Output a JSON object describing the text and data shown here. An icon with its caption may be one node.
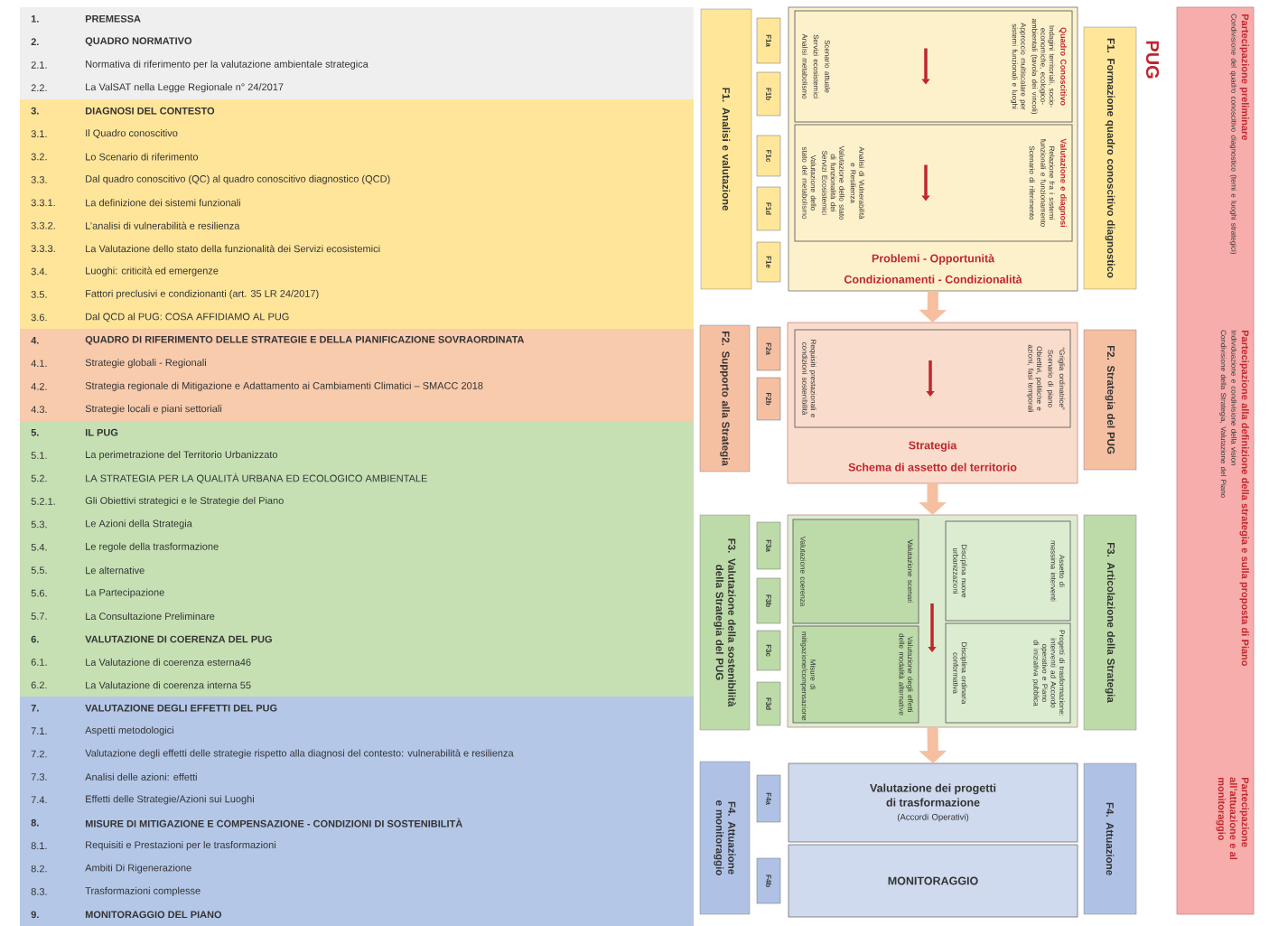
{
  "diagram": {
    "nodes": [
      {
        "text": [
          "1.",
          "PREMESSA",
          "2.",
          "QUADRO NORMATIVO",
          "2.1.",
          "Normativa di riferimento per la valutazione ambientale strategica",
          "2.2.",
          "La ValSAT nella Legge Regionale n° 24/2017"
        ]
      },
      {
        "text": [
          "3.",
          "DIAGNOSI DEL CONTESTO",
          "3.1.",
          "Il Quadro conoscitivo",
          "3.2.",
          "Lo Scenario di riferimento",
          "3.3.",
          "Dal quadro conoscitivo (QC) al quadro conoscitivo diagnostico (QCD)",
          "3.3.1.",
          "La definizione dei sistemi funzionali",
          "3.3.2.",
          "L’analisi di vulnerabilità e resilienza",
          "3.3.3.",
          "La Valutazione dello stato della funzionalità dei Servizi ecosistemici",
          "3.4.",
          "Luoghi: criticità ed emergenze",
          "3.5.",
          "Fattori preclusivi e condizionanti (art. 35 LR 24/2017)",
          "3.6.",
          "Dal QCD al PUG: COSA AFFIDIAMO AL PUG"
        ]
      },
      {
        "text": [
          "4.",
          "QUADRO DI RIFERIMENTO DELLE STRATEGIE E DELLA PIANIFICAZIONE SOVRAORDINATA",
          "4.1.",
          "Strategie globali - Regionali",
          "4.2.",
          "Strategia regionale di Mitigazione e Adattamento ai Cambiamenti Climatici – SMACC 2018",
          "4.3.",
          "Strategie locali e piani settoriali"
        ]
      },
      {
        "text": [
          "5.",
          "IL PUG",
          "5.1.",
          "La perimetrazione del Territorio Urbanizzato",
          "5.2.",
          "LA STRATEGIA PER LA QUALITÀ URBANA ED ECOLOGICO AMBIENTALE",
          "5.2.1.",
          "Gli Obiettivi strategici e le Strategie del Piano",
          "5.3.",
          "Le Azioni della Strategia",
          "5.4.",
          "Le regole della trasformazione",
          "5.5.",
          "Le alternative",
          "5.6.",
          "La Partecipazione",
          "5.7.",
          "La Consultazione Preliminare",
          "6.",
          "VALUTAZIONE DI COERENZA DEL PUG",
          "6.1.",
          "La Valutazione di coerenza esterna46",
          "6.2.",
          "La Valutazione di coerenza interna 55"
        ]
      },
      {
        "text": [
          "7.",
          "VALUTAZIONE DEGLI EFFETTI DEL PUG",
          "7.1.",
          "Aspetti metodologici",
          "7.2.",
          "Valutazione degli effetti delle strategie rispetto alla diagnosi del contesto: vulnerabilità e resilienza",
          "7.3.",
          "Analisi delle azioni: effetti",
          "7.4.",
          "Effetti delle Strategie/Azioni sui Luoghi",
          "8.",
          "MISURE DI MITIGAZIONE E COMPENSAZIONE - CONDIZIONI DI SOSTENIBILITÀ",
          "8.1.",
          "Requisiti e Prestazioni per le trasformazioni",
          "8.2.",
          "Ambiti Di Rigenerazione",
          "8.3.",
          "Trasformazioni complesse",
          "9.",
          "MONITORAGGIO DEL PIANO"
        ]
      },
      {
        "text": [
          "F1. Analisi e valutazione"
        ]
      },
      {
        "text": [
          "F1a"
        ]
      },
      {
        "text": [
          "F1b"
        ]
      },
      {
        "text": [
          "F1c"
        ]
      },
      {
        "text": [
          "F1d"
        ]
      },
      {
        "text": [
          "F1e"
        ]
      },
      {
        "text": [
          "Problemi - Opportunità",
          "Condizionamenti - Condizionalità"
        ]
      },
      {
        "text": [
          "Quadro Conoscitivo",
          "Indagini territoriali, socio-economiche, ecologico-ambientali (tavola dei vincoli)",
          "Approccio multiscalare per sistemi funzionali e luoghi",
          "Scenario attuale",
          "Servizi ecosistemici",
          "Analisi metabolismo"
        ],
        "in": 11
      },
      {
        "text": [
          "Valutazione e diagnosi",
          "Relazione fra i sistemi funzionali e funzionamento",
          "Scenario di riferimento",
          "Analisi di Vulnerabilità e Resilienza",
          "Valutazione dello stato di funzionalità dei Servizi Ecosistemici",
          "Valutazione dello stato del metabolismo"
        ],
        "in": 11
      },
      {
        "text": [
          "F1. Formazione quadro conoscitivo diagnostico"
        ]
      },
      {
        "text": [
          "F2. Supporto alla Strategia"
        ]
      },
      {
        "text": [
          "F2a"
        ]
      },
      {
        "text": [
          "F2b"
        ]
      },
      {
        "text": [
          "Strategia",
          "Schema di assetto del territorio"
        ]
      },
      {
        "text": [
          "“Griglia ordinatrice”",
          "Scenario di piano",
          "Obiettivi, politiche e azioni, fasi temporali",
          "Requisiti prestazionali e condizioni sostenibilità"
        ],
        "in": 18
      },
      {
        "text": [
          "F2. Strategia del PUG"
        ]
      },
      {
        "text": [
          "F3. Valutazione della sostenibilità della Strategia del PUG"
        ]
      },
      {
        "text": [
          "F3a"
        ]
      },
      {
        "text": [
          "F3b"
        ]
      },
      {
        "text": [
          "F3c"
        ]
      },
      {
        "text": [
          "F3d"
        ]
      },
      {
        "text": [],
        "shape": "box"
      },
      {
        "text": [
          "Valutazione scenari",
          "Valutazione coerenza"
        ],
        "in": 26
      },
      {
        "text": [
          "Assetto di massima interventi",
          "Disciplina nuove urbanizzazioni"
        ],
        "in": 26
      },
      {
        "text": [
          "Valutazione degli effetti delle modalità alternative",
          "Misure di mitigazione/compensazione"
        ],
        "in": 26
      },
      {
        "text": [
          "Progetti di trasformazione: interventi ad Accordo operativo e Piano di iniziativa pubblica",
          "Disciplina ordinaria conformativa"
        ],
        "in": 26
      },
      {
        "text": [
          "F3. Articolazione della Strategia"
        ]
      },
      {
        "text": [
          "F4. Attuazione e monitoraggio"
        ]
      },
      {
        "text": [
          "F4a"
        ]
      },
      {
        "text": [
          "F4b"
        ]
      },
      {
        "text": [
          "Valutazione dei progetti di trasformazione",
          "(Accordi Operativi)"
        ]
      },
      {
        "text": [
          "MONITORAGGIO"
        ]
      },
      {
        "text": [
          "F4. Attuazione"
        ]
      },
      {
        "text": [
          "Partecipazione preliminare",
          "Condivisione del quadro conoscitivo diagnostico (temi e luoghi strategici)",
          "Partecipazione alla definizione della strategia e sulla proposta di Piano",
          "Individuazione e condivisione della vision",
          "Condivisione della Strategia, Valutazione del Piano",
          "Partecipazione all’attuazione e al monitoraggio"
        ]
      }
    ],
    "edges": [
      {
        "from": 11,
        "to": 18,
        "arrow": "to"
      },
      {
        "from": 18,
        "to": 26,
        "arrow": "to"
      },
      {
        "from": 26,
        "to": 35,
        "arrow": "to"
      }
    ],
    "labels": [
      "PUG"
    ]
  }
}
